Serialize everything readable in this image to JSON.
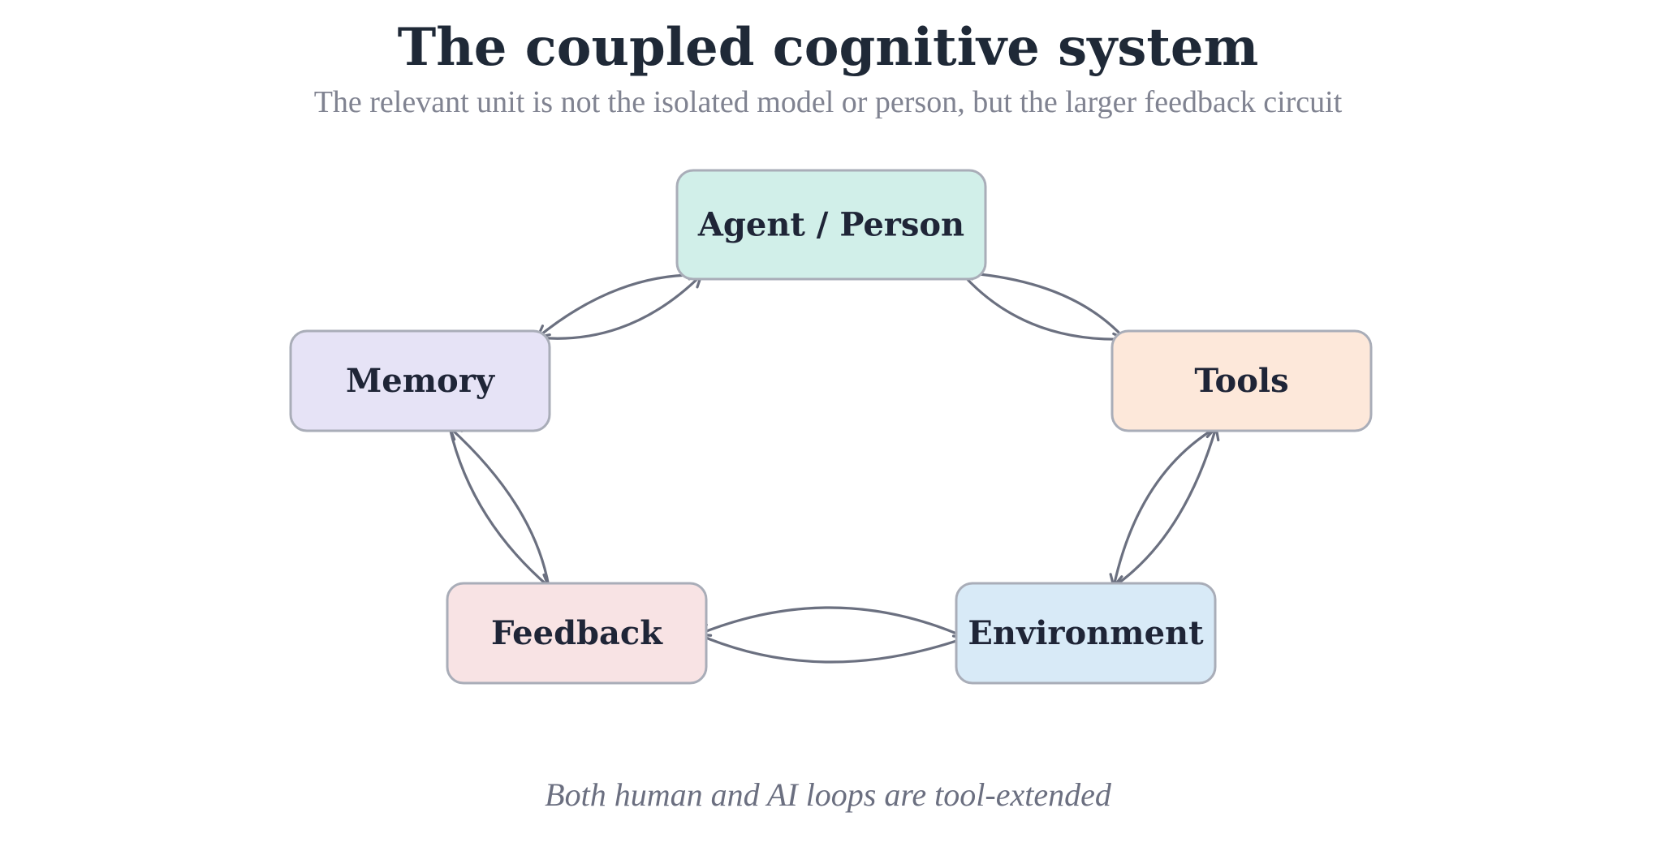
{
  "header": {
    "title": "The coupled cognitive system",
    "subtitle": "The relevant unit is not the isolated model or person, but the larger feedback circuit"
  },
  "footer": {
    "caption": "Both human and AI loops are tool-extended"
  },
  "colors": {
    "title": "#1f2937",
    "subtitle": "#808391",
    "caption": "#6b6f80",
    "node_border": "#a9adb8",
    "node_text": "#1f2537",
    "arrow": "#6b7080",
    "agent_fill": "#d1efe9",
    "memory_fill": "#e6e3f6",
    "tools_fill": "#fde8da",
    "feedback_fill": "#f8e3e4",
    "environment_fill": "#d8eaf7"
  },
  "nodes": [
    {
      "id": "agent",
      "label": "Agent / Person",
      "fill_key": "agent_fill"
    },
    {
      "id": "tools",
      "label": "Tools",
      "fill_key": "tools_fill"
    },
    {
      "id": "environment",
      "label": "Environment",
      "fill_key": "environment_fill"
    },
    {
      "id": "feedback",
      "label": "Feedback",
      "fill_key": "feedback_fill"
    },
    {
      "id": "memory",
      "label": "Memory",
      "fill_key": "memory_fill"
    }
  ],
  "edges": [
    {
      "from": "agent",
      "to": "tools"
    },
    {
      "from": "tools",
      "to": "agent"
    },
    {
      "from": "tools",
      "to": "environment"
    },
    {
      "from": "environment",
      "to": "tools"
    },
    {
      "from": "environment",
      "to": "feedback"
    },
    {
      "from": "feedback",
      "to": "environment"
    },
    {
      "from": "feedback",
      "to": "memory"
    },
    {
      "from": "memory",
      "to": "feedback"
    },
    {
      "from": "memory",
      "to": "agent"
    },
    {
      "from": "agent",
      "to": "memory"
    }
  ]
}
